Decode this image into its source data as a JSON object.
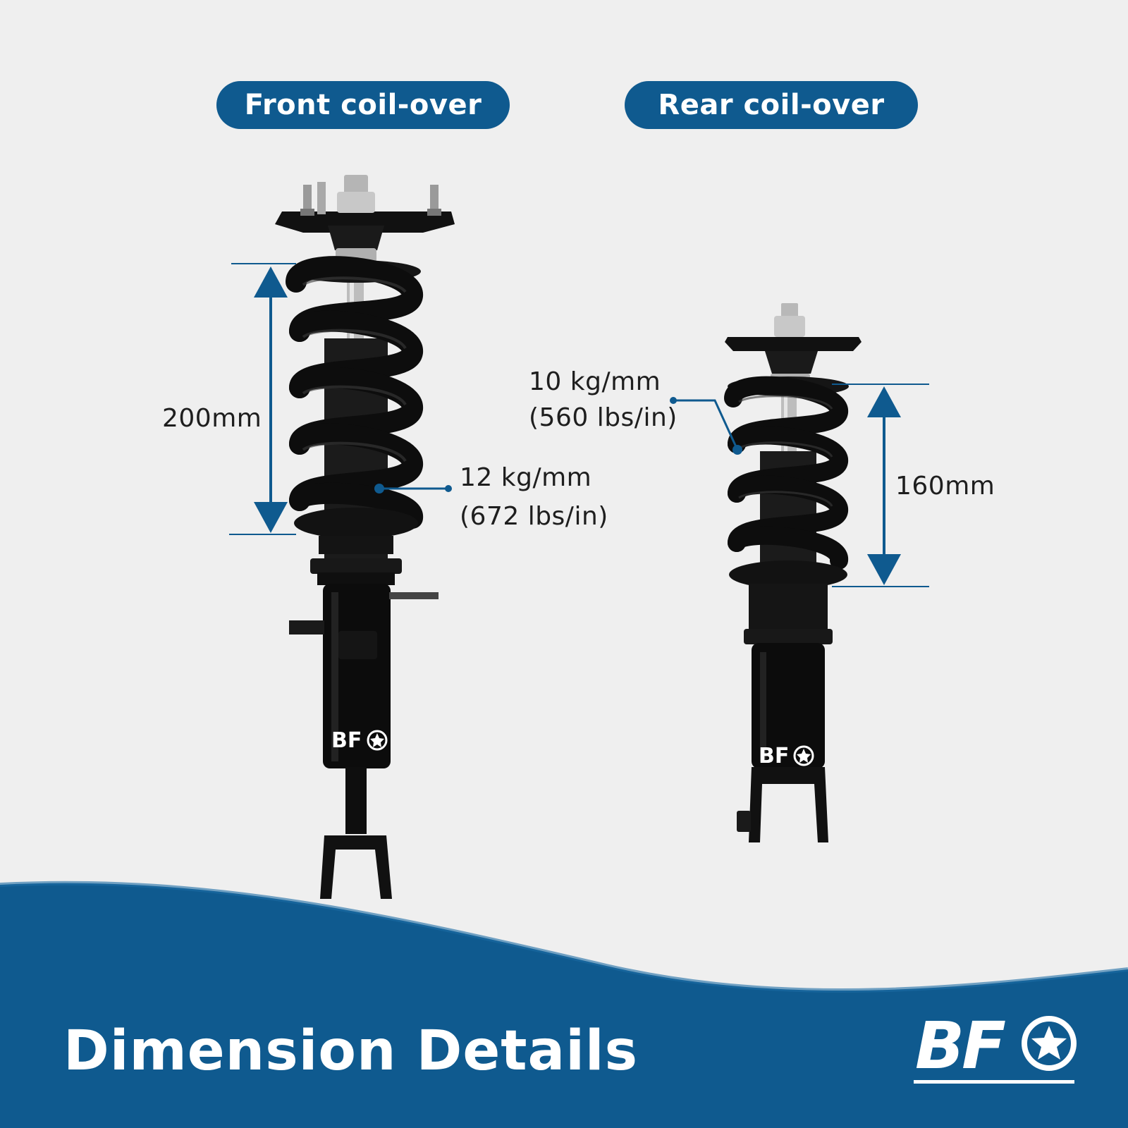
{
  "front": {
    "label": "Front coil-over",
    "length": "200mm",
    "rate_kg": "12 kg/mm",
    "rate_lbs": "(672 lbs/in)"
  },
  "rear": {
    "label": "Rear coil-over",
    "length": "160mm",
    "rate_kg": "10 kg/mm",
    "rate_lbs": "(560 lbs/in)"
  },
  "footer": {
    "title": "Dimension Details",
    "brand": "BF"
  },
  "colors": {
    "accent_blue": "#0f5a8f",
    "background": "#efefef",
    "part_black": "#111111"
  }
}
